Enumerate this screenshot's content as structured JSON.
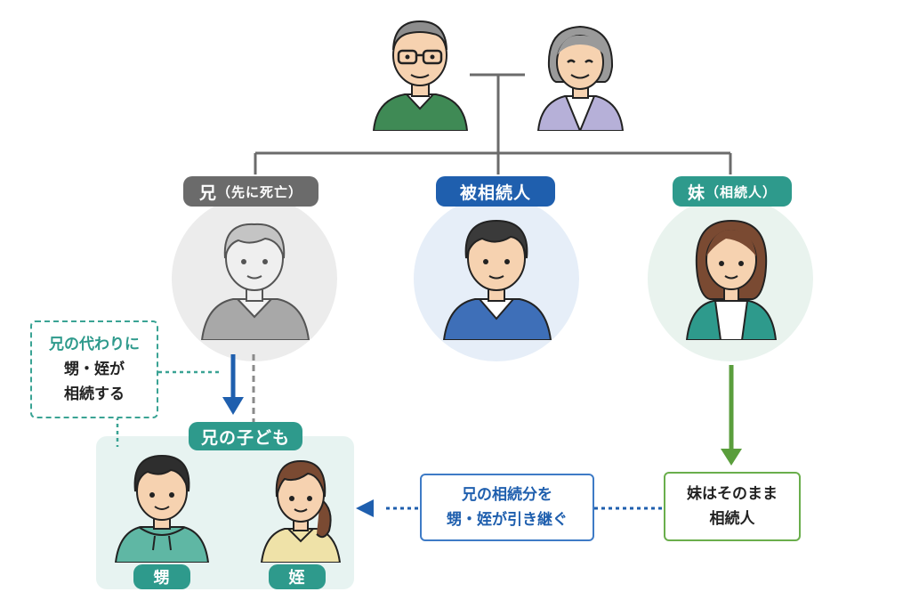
{
  "labels": {
    "brother": {
      "main": "兄",
      "sub": "（先に死亡）"
    },
    "deceased": "被相続人",
    "sister": {
      "main": "妹",
      "sub": "（相続人）"
    },
    "children_group": "兄の子ども",
    "nephew": "甥",
    "niece": "姪"
  },
  "notes": {
    "substitute": [
      "兄の代わりに",
      "甥・姪が",
      "相続する"
    ],
    "share": [
      "兄の相続分を",
      "甥・姪が引き継ぐ"
    ],
    "sister_stays": [
      "妹はそのまま",
      "相続人"
    ]
  },
  "colors": {
    "gray": "#6b6b6b",
    "blue": "#1f5fae",
    "teal": "#2e9a8c",
    "green": "#5a9e3c",
    "dashed_teal": "#3aa394"
  }
}
